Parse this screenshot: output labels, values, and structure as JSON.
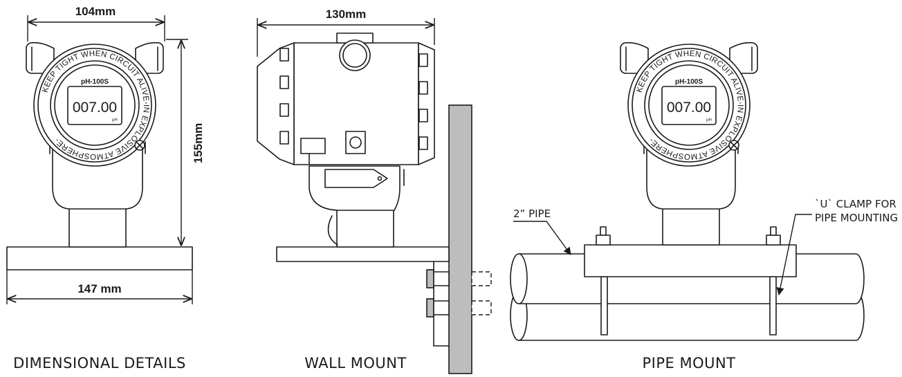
{
  "dimensions": {
    "top_width": "104mm",
    "side_width": "130mm",
    "height": "155mm",
    "base_width": "147 mm"
  },
  "display": {
    "model": "pH-100S",
    "reading": "007.00",
    "unit": "pH",
    "ring_text": "KEEP TIGHT WHEN CIRCUIT ALIVE-IN EXPLOSIVE ATMOSPHERE-"
  },
  "labels": {
    "pipe": "2” PIPE",
    "clamp_line1": "`U`  CLAMP FOR",
    "clamp_line2": "PIPE MOUNTING"
  },
  "captions": {
    "dimensional": "DIMENSIONAL DETAILS",
    "wall": "WALL MOUNT",
    "pipe": "PIPE MOUNT"
  }
}
